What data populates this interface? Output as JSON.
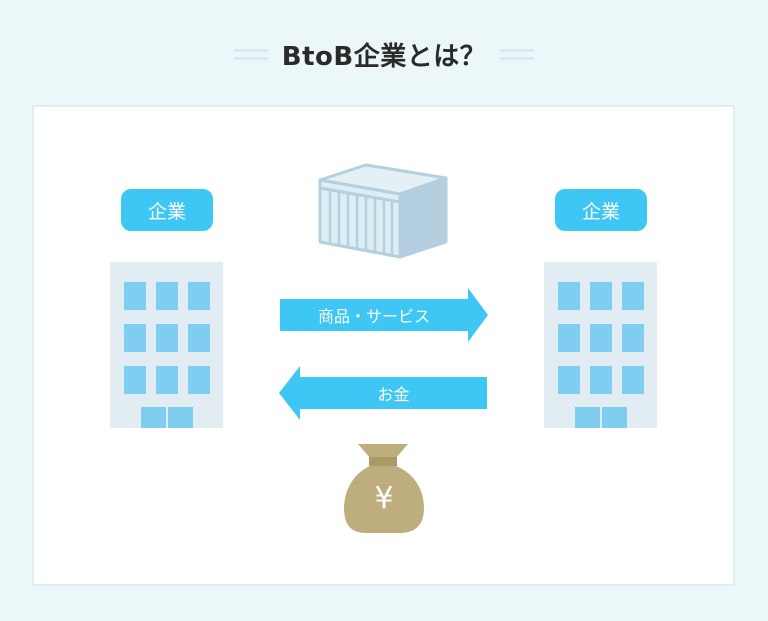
{
  "header": {
    "title": "BtoB企業とは？"
  },
  "diagram": {
    "left_company": {
      "label": "企業"
    },
    "right_company": {
      "label": "企業"
    },
    "goods_arrow": {
      "label": "商品・サービス",
      "direction": "right"
    },
    "money_arrow": {
      "label": "お金",
      "direction": "left"
    },
    "money_bag": {
      "symbol": "¥"
    },
    "icons": [
      "building-icon",
      "container-box-icon",
      "money-bag-icon",
      "arrow-right-icon",
      "arrow-left-icon"
    ]
  },
  "colors": {
    "background": "#ecf7f9",
    "card": "#ffffff",
    "accent_blue": "#3ec6f4",
    "window_blue": "#80cdf2",
    "building": "#e1edf2",
    "container_front": "#dcedf4",
    "container_side": "#b4cfdf",
    "money_bag": "#bfae7d",
    "title_text": "#2a2a2a"
  }
}
